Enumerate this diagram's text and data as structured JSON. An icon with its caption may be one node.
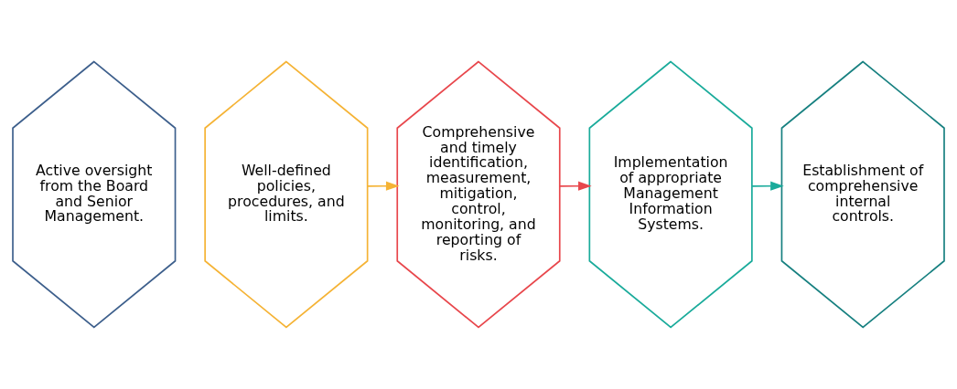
{
  "diagram": {
    "nodes": [
      {
        "text": [
          "Active oversight from the Board and Senior Management."
        ]
      },
      {
        "text": [
          "Well-defined policies, procedures, and limits."
        ]
      },
      {
        "text": [
          "Comprehensive and timely identification, measurement, mitigation, control, monitoring, and reporting of risks."
        ]
      },
      {
        "text": [
          "Implementation of appropriate Management Information Systems."
        ]
      },
      {
        "text": [
          "Establishment of comprehensive internal controls."
        ]
      }
    ],
    "edges": [
      {
        "from": 1,
        "to": 2,
        "arrow": "to",
        "color": "#f5b335"
      },
      {
        "from": 2,
        "to": 3,
        "arrow": "to",
        "color": "#e8474c"
      },
      {
        "from": 3,
        "to": 4,
        "arrow": "to",
        "color": "#1aab9b"
      }
    ]
  }
}
